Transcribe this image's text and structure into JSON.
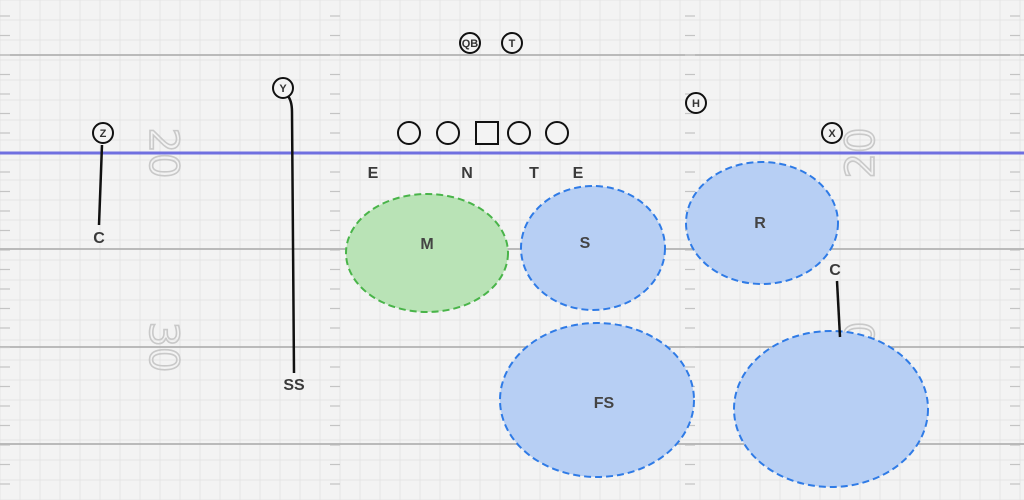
{
  "field": {
    "yard_numbers": [
      "20",
      "20",
      "30",
      "30"
    ]
  },
  "offense": {
    "players": [
      {
        "label": "QB"
      },
      {
        "label": "T"
      },
      {
        "label": "Y"
      },
      {
        "label": "H"
      },
      {
        "label": "Z"
      },
      {
        "label": "X"
      }
    ],
    "line": [
      "",
      "",
      "",
      "",
      ""
    ]
  },
  "defense": {
    "line_labels": [
      "E",
      "N",
      "T",
      "E"
    ],
    "zones": [
      {
        "label": "M",
        "color": "#b9e3b6",
        "stroke": "#49b449"
      },
      {
        "label": "S",
        "color": "#b7cff4",
        "stroke": "#2f7be6"
      },
      {
        "label": "R",
        "color": "#b7cff4",
        "stroke": "#2f7be6"
      },
      {
        "label": "FS",
        "color": "#b7cff4",
        "stroke": "#2f7be6"
      },
      {
        "label": "",
        "color": "#b7cff4",
        "stroke": "#2f7be6"
      }
    ],
    "route_labels": [
      {
        "label": "C"
      },
      {
        "label": "SS"
      },
      {
        "label": "C"
      }
    ]
  },
  "colors": {
    "line_of_scrimmage": "#6f6fe0",
    "yard_line": "#a8a8a8"
  }
}
